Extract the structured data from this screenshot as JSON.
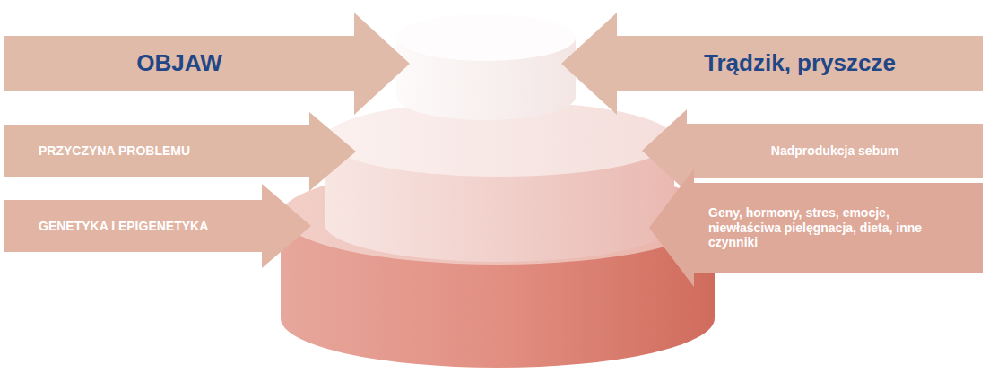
{
  "diagram": {
    "nodes": [
      {
        "text": [
          "OBJAW"
        ]
      },
      {
        "text": [
          "Trądzik, pryszcze"
        ]
      },
      {
        "text": [
          "PRZYCZYNA PROBLEMU"
        ]
      },
      {
        "text": [
          "Nadprodukcja sebum"
        ]
      },
      {
        "text": [
          "GENETYKA I EPIGENETYKA"
        ]
      },
      {
        "text": [
          "Geny, hormony, stres, emocje, niewłaściwa pielęgnacja, dieta, inne czynniki"
        ]
      }
    ]
  }
}
